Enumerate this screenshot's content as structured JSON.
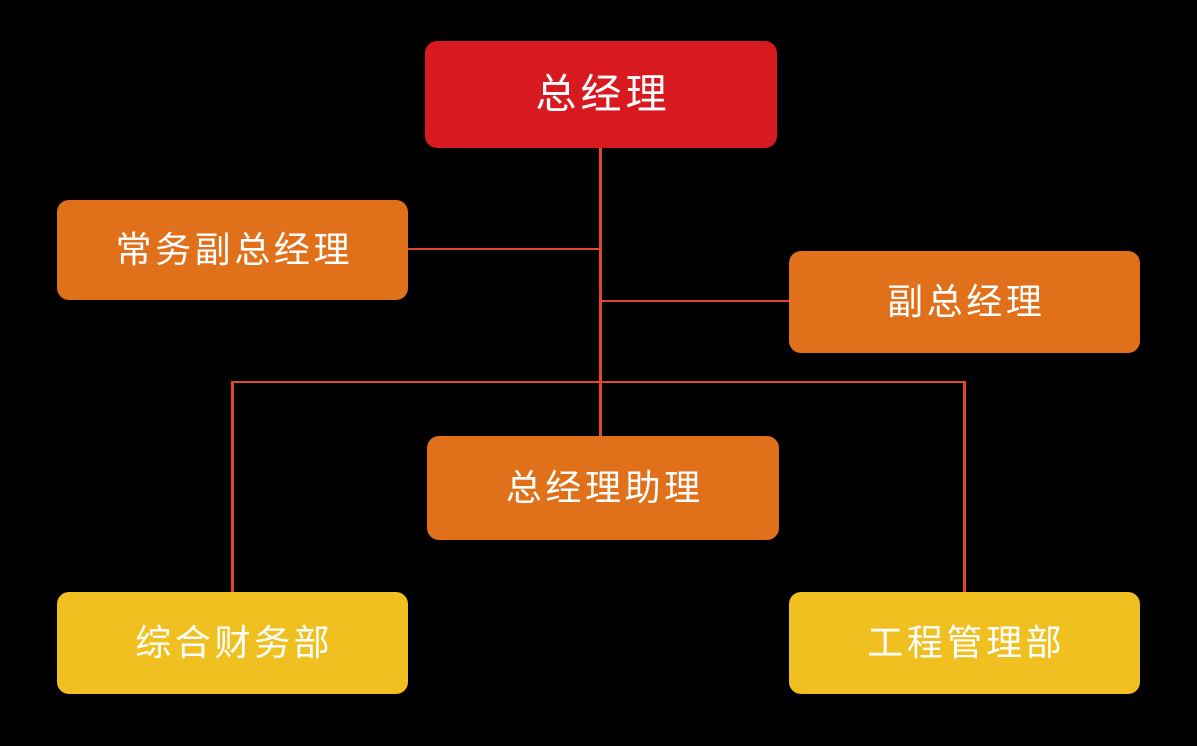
{
  "chart_data": {
    "type": "diagram",
    "diagram_type": "organization-chart",
    "title": "",
    "orientation": "top-down",
    "background_color": "#000000",
    "connector_color": "#e0482c",
    "levels": [
      {
        "level": 1,
        "color": "#d81920",
        "nodes": [
          "总经理"
        ]
      },
      {
        "level": 2,
        "color": "#e1701a",
        "nodes": [
          "常务副总经理",
          "副总经理"
        ]
      },
      {
        "level": 3,
        "color": "#e1701a",
        "nodes": [
          "总经理助理"
        ]
      },
      {
        "level": 4,
        "color": "#efc01f",
        "nodes": [
          "综合财务部",
          "工程管理部"
        ]
      }
    ],
    "edges": [
      {
        "from": "总经理",
        "to": "常务副总经理"
      },
      {
        "from": "总经理",
        "to": "副总经理"
      },
      {
        "from": "总经理",
        "to": "总经理助理"
      },
      {
        "from": "总经理",
        "to": "综合财务部"
      },
      {
        "from": "总经理",
        "to": "工程管理部"
      }
    ]
  },
  "nodes": {
    "ceo": {
      "label": "总经理",
      "color": "#d81920"
    },
    "exec_vp": {
      "label": "常务副总经理",
      "color": "#e1701a"
    },
    "vp": {
      "label": "副总经理",
      "color": "#e1701a"
    },
    "assistant": {
      "label": "总经理助理",
      "color": "#e1701a"
    },
    "finance": {
      "label": "综合财务部",
      "color": "#efc01f"
    },
    "engineering": {
      "label": "工程管理部",
      "color": "#efc01f"
    }
  },
  "colors": {
    "background": "#000000",
    "level1": "#d81920",
    "level2": "#e1701a",
    "level3": "#e1701a",
    "level4": "#efc01f",
    "connector": "#e0482c",
    "text": "#ffffff"
  }
}
